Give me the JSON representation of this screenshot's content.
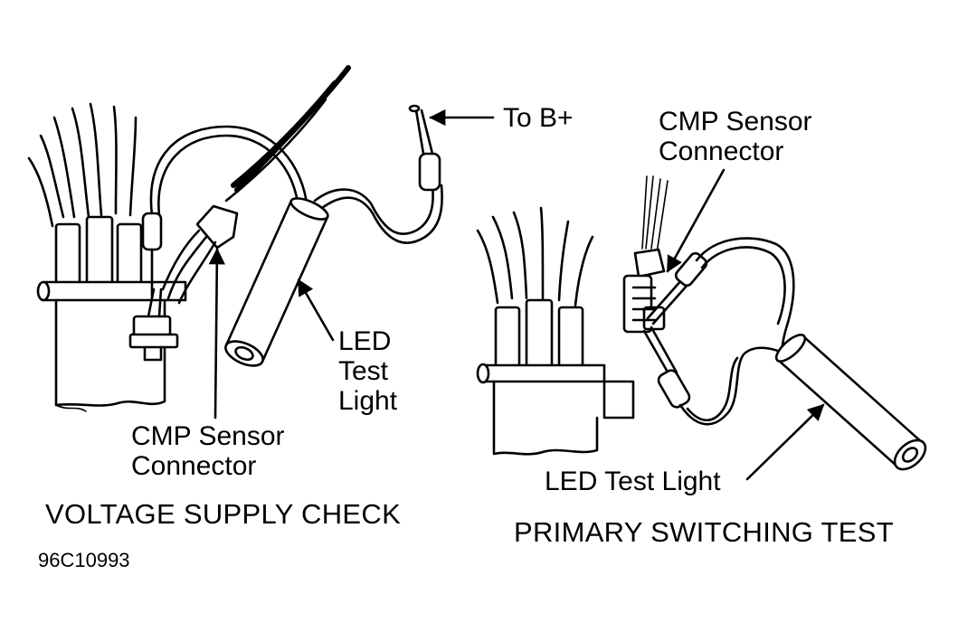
{
  "left_panel": {
    "title": "VOLTAGE SUPPLY CHECK",
    "labels": {
      "to_b_plus": "To B+",
      "led_test_light": [
        "LED",
        "Test",
        "Light"
      ],
      "cmp_sensor_connector": [
        "CMP Sensor",
        "Connector"
      ]
    }
  },
  "right_panel": {
    "title": "PRIMARY SWITCHING TEST",
    "labels": {
      "cmp_sensor_connector": [
        "CMP Sensor",
        "Connector"
      ],
      "led_test_light": "LED Test Light"
    }
  },
  "figure_code": "96C10993"
}
